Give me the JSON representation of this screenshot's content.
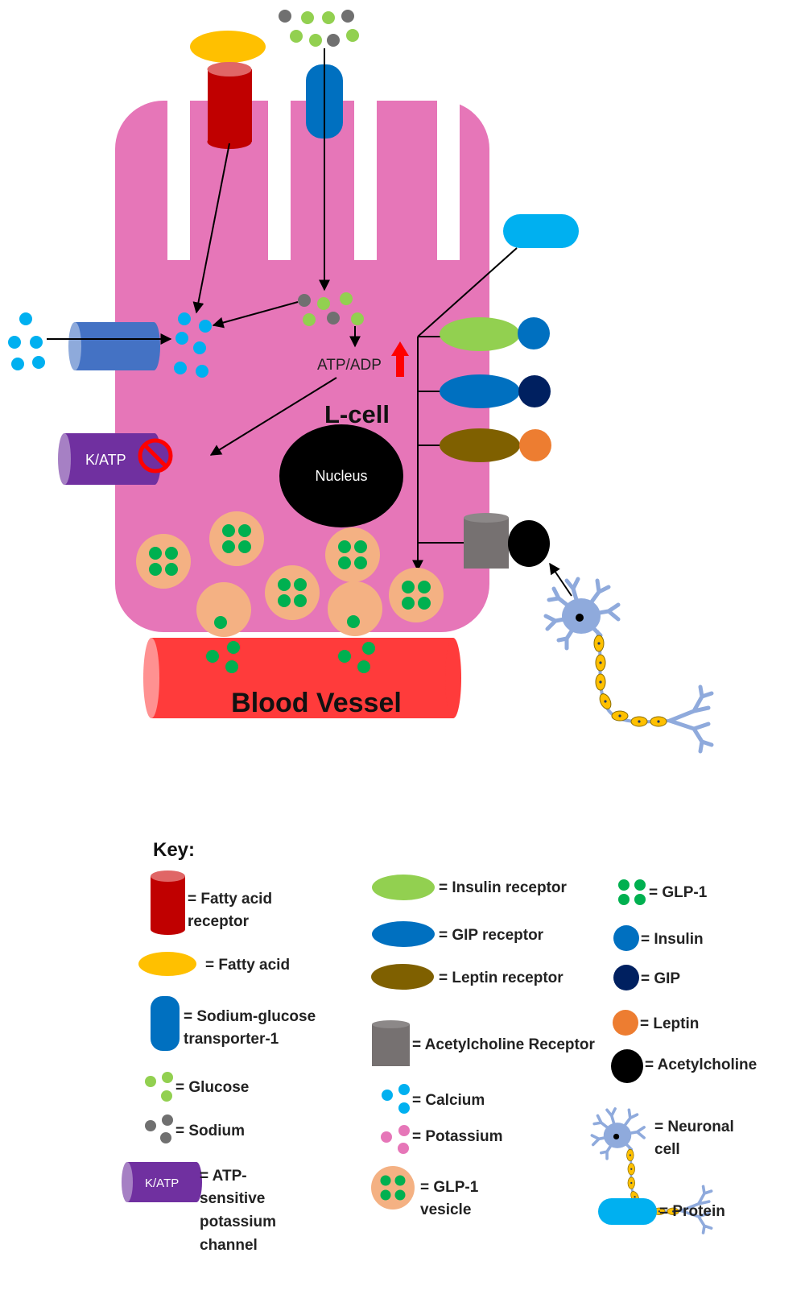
{
  "diagram": {
    "cell_title": "L-cell",
    "nucleus_label": "Nucleus",
    "atp_adp_label": "ATP/ADP",
    "katp_label": "K/ATP",
    "blood_vessel_label": "Blood Vessel"
  },
  "key": {
    "title": "Key:",
    "fatty_acid_receptor": [
      "= Fatty acid",
      "receptor"
    ],
    "fatty_acid": "= Fatty acid",
    "sglt1": [
      "= Sodium-glucose",
      "transporter-1"
    ],
    "glucose": "= Glucose",
    "sodium": "= Sodium",
    "katp_icon_label": "K/ATP",
    "katp_channel": [
      "= ATP-",
      "sensitive",
      "potassium",
      "channel"
    ],
    "insulin_receptor": "= Insulin receptor",
    "gip_receptor": "= GIP receptor",
    "leptin_receptor": "= Leptin receptor",
    "acetylcholine_receptor": "= Acetylcholine Receptor",
    "calcium": "= Calcium",
    "potassium": "= Potassium",
    "glp1_vesicle": [
      "= GLP-1",
      "vesicle"
    ],
    "glp1": "= GLP-1",
    "insulin": "= Insulin",
    "gip": "= GIP",
    "leptin": "= Leptin",
    "acetylcholine": "= Acetylcholine",
    "neuronal_cell": [
      "= Neuronal",
      "cell"
    ],
    "protein": "= Protein"
  },
  "colors": {
    "cell": "#e676b8",
    "fatty_acid_receptor": "#c00000",
    "fatty_acid": "#ffc000",
    "sglt1": "#0070c0",
    "glucose": "#92d050",
    "sodium": "#707070",
    "calcium": "#00b0f0",
    "potassium": "#e676b8",
    "katp": "#7030a0",
    "calcium_channel": "#4472c4",
    "insulin_receptor": "#92d050",
    "gip_receptor": "#0070c0",
    "leptin_receptor": "#7f6000",
    "insulin": "#0070c0",
    "gip": "#002060",
    "leptin": "#ed7d31",
    "acetylcholine_receptor": "#767171",
    "acetylcholine": "#000000",
    "glp1": "#00b050",
    "vesicle": "#f4b183",
    "protein": "#00b0f0",
    "blood_vessel": "#ff3b3b",
    "neuron": "#8faadc",
    "axon": "#ffc000",
    "arrow_up": "#ff0000"
  },
  "icons": {
    "inhibit": "no-entry-icon",
    "up_arrow": "up-arrow-icon"
  }
}
